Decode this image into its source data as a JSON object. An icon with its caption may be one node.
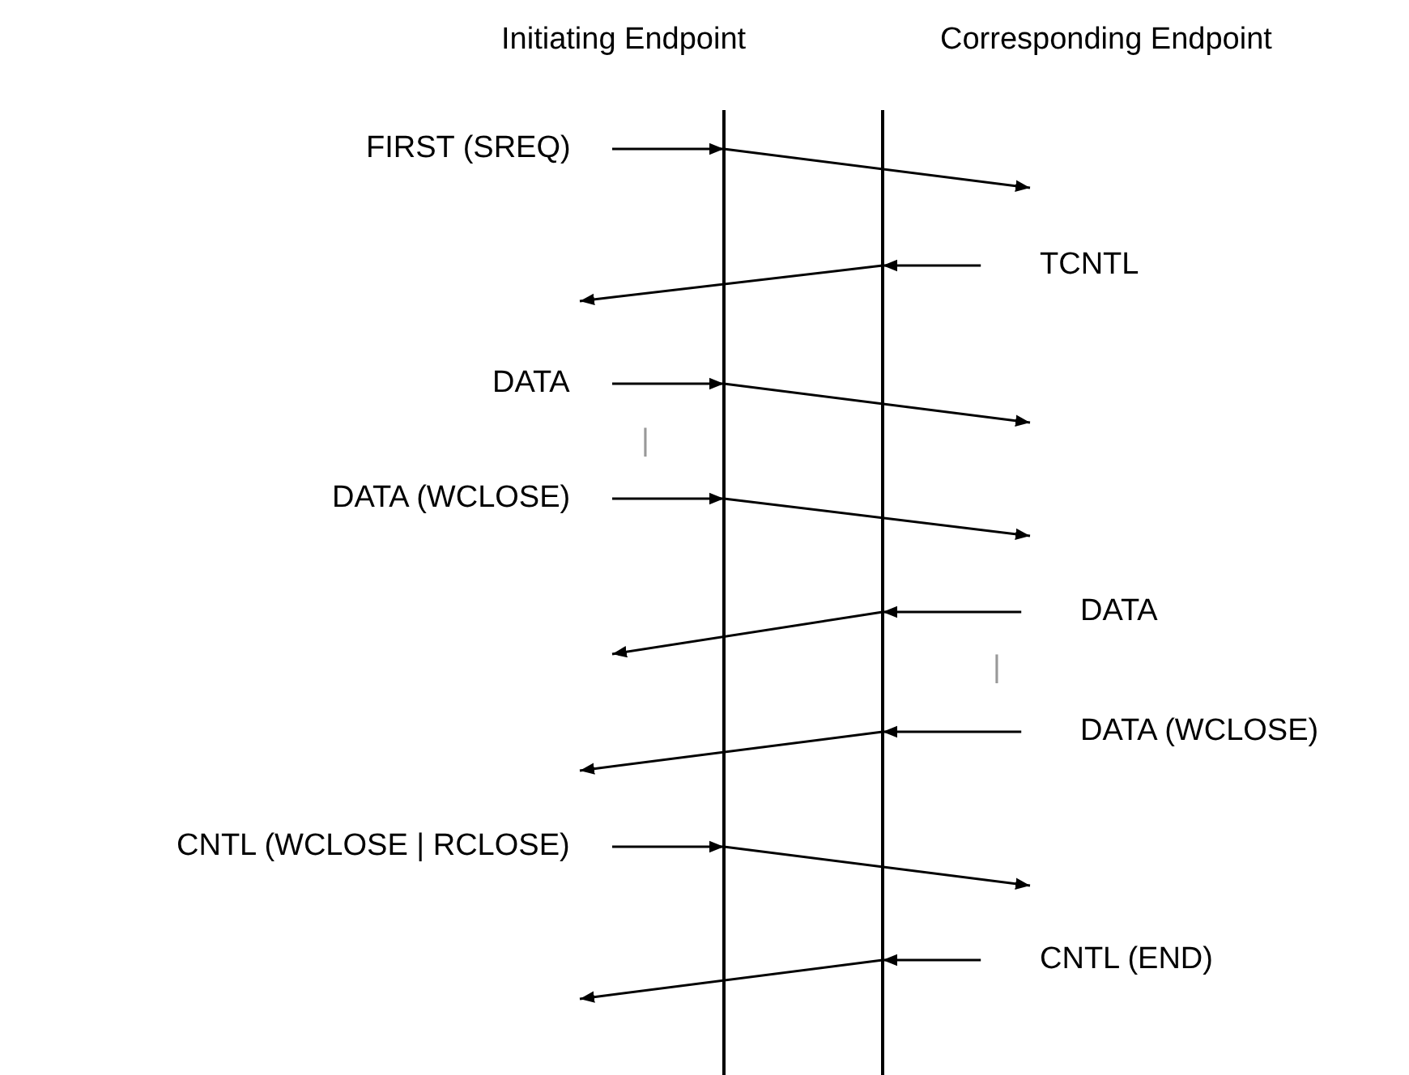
{
  "diagram": {
    "nodes": [
      {
        "text": [
          "Initiating Endpoint"
        ]
      },
      {
        "text": [
          "Corresponding Endpoint"
        ]
      },
      {
        "text": [
          "FIRST (SREQ)"
        ]
      },
      {
        "text": [
          "TCNTL"
        ]
      },
      {
        "text": [
          "DATA"
        ]
      },
      {
        "text": [
          "DATA (WCLOSE)"
        ]
      },
      {
        "text": [
          "DATA"
        ]
      },
      {
        "text": [
          "DATA (WCLOSE)"
        ]
      },
      {
        "text": [
          "CNTL (WCLOSE | RCLOSE)"
        ]
      },
      {
        "text": [
          "CNTL (END)"
        ]
      }
    ],
    "edges": [
      {
        "from": 2,
        "to": 0,
        "arrow": "to"
      },
      {
        "from": 0,
        "to": null,
        "arrow": "to"
      },
      {
        "from": 3,
        "to": 1,
        "arrow": "to"
      },
      {
        "from": 1,
        "to": null,
        "arrow": "to"
      },
      {
        "from": 4,
        "to": 0,
        "arrow": "to"
      },
      {
        "from": 0,
        "to": null,
        "arrow": "to"
      },
      {
        "from": 5,
        "to": 0,
        "arrow": "to"
      },
      {
        "from": 0,
        "to": null,
        "arrow": "to"
      },
      {
        "from": 6,
        "to": 1,
        "arrow": "to"
      },
      {
        "from": 1,
        "to": null,
        "arrow": "to"
      },
      {
        "from": 7,
        "to": 1,
        "arrow": "to"
      },
      {
        "from": 1,
        "to": null,
        "arrow": "to"
      },
      {
        "from": 8,
        "to": 0,
        "arrow": "to"
      },
      {
        "from": 0,
        "to": null,
        "arrow": "to"
      },
      {
        "from": 9,
        "to": 1,
        "arrow": "to"
      },
      {
        "from": 1,
        "to": null,
        "arrow": "to"
      }
    ],
    "labels": [
      "|",
      "|"
    ]
  }
}
